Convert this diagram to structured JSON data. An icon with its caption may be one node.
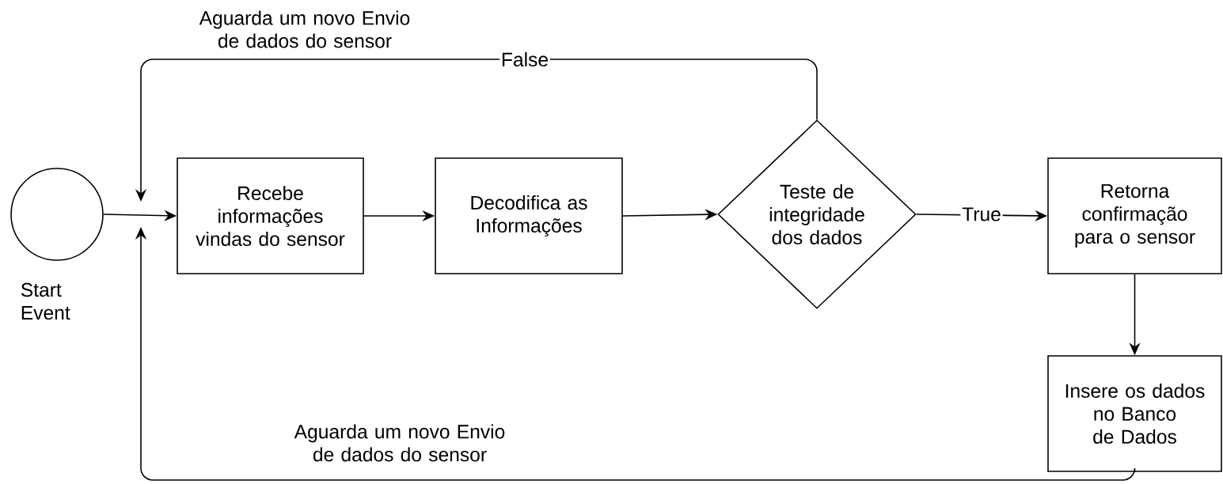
{
  "diagram": {
    "nodes": [
      {
        "text": [],
        "shape": "circle",
        "beside": [
          "Start Event"
        ]
      },
      {
        "text": [
          "Recebe informações vindas do sensor"
        ]
      },
      {
        "text": [
          "Decodifica as Informações"
        ]
      },
      {
        "text": [
          "Teste de integridade dos dados"
        ]
      },
      {
        "text": [
          "Retorna confirmação para o sensor"
        ]
      },
      {
        "text": [
          "Insere os dados no Banco de Dados"
        ]
      }
    ],
    "edges": [
      {
        "from": 0,
        "to": 1,
        "arrow": "to"
      },
      {
        "from": 1,
        "to": 2,
        "arrow": "to"
      },
      {
        "from": 2,
        "to": 3,
        "arrow": "to"
      },
      {
        "from": 3,
        "to": 4,
        "arrow": "to",
        "label": "True"
      },
      {
        "from": 4,
        "to": 5,
        "arrow": "to"
      },
      {
        "from": 3,
        "to": 1,
        "arrow": "to",
        "label": "False"
      },
      {
        "from": 5,
        "to": 1,
        "arrow": "to"
      }
    ],
    "labels": [
      "Aguarda um novo Envio de dados do sensor",
      "Aguarda um novo Envio de dados do sensor"
    ]
  }
}
